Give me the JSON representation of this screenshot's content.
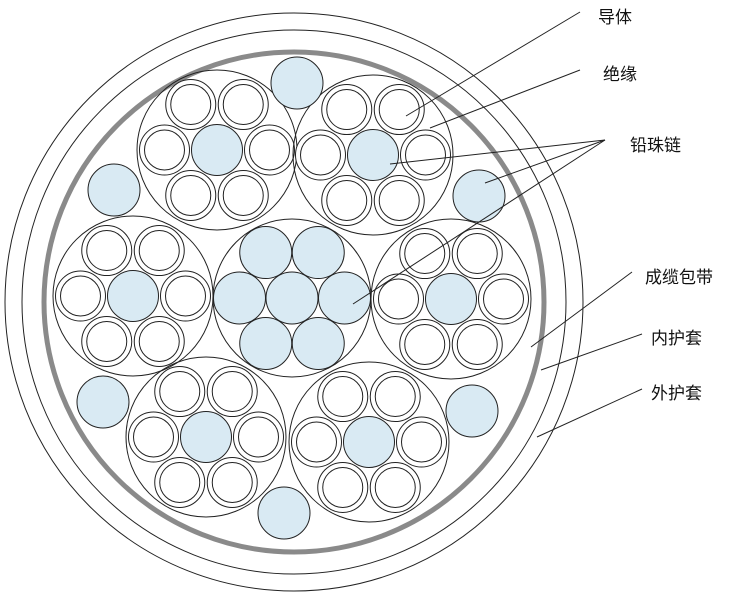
{
  "labels": {
    "conductor": "导体",
    "insulation": "绝缘",
    "lead_bead_chain": "铅珠链",
    "cabling_tape": "成缆包带",
    "inner_sheath": "内护套",
    "outer_sheath": "外护套"
  },
  "colors": {
    "bead_fill": "#d9eaf3",
    "line": "#222222",
    "cabling_tape": "#8a8a8a",
    "background": "#ffffff"
  }
}
